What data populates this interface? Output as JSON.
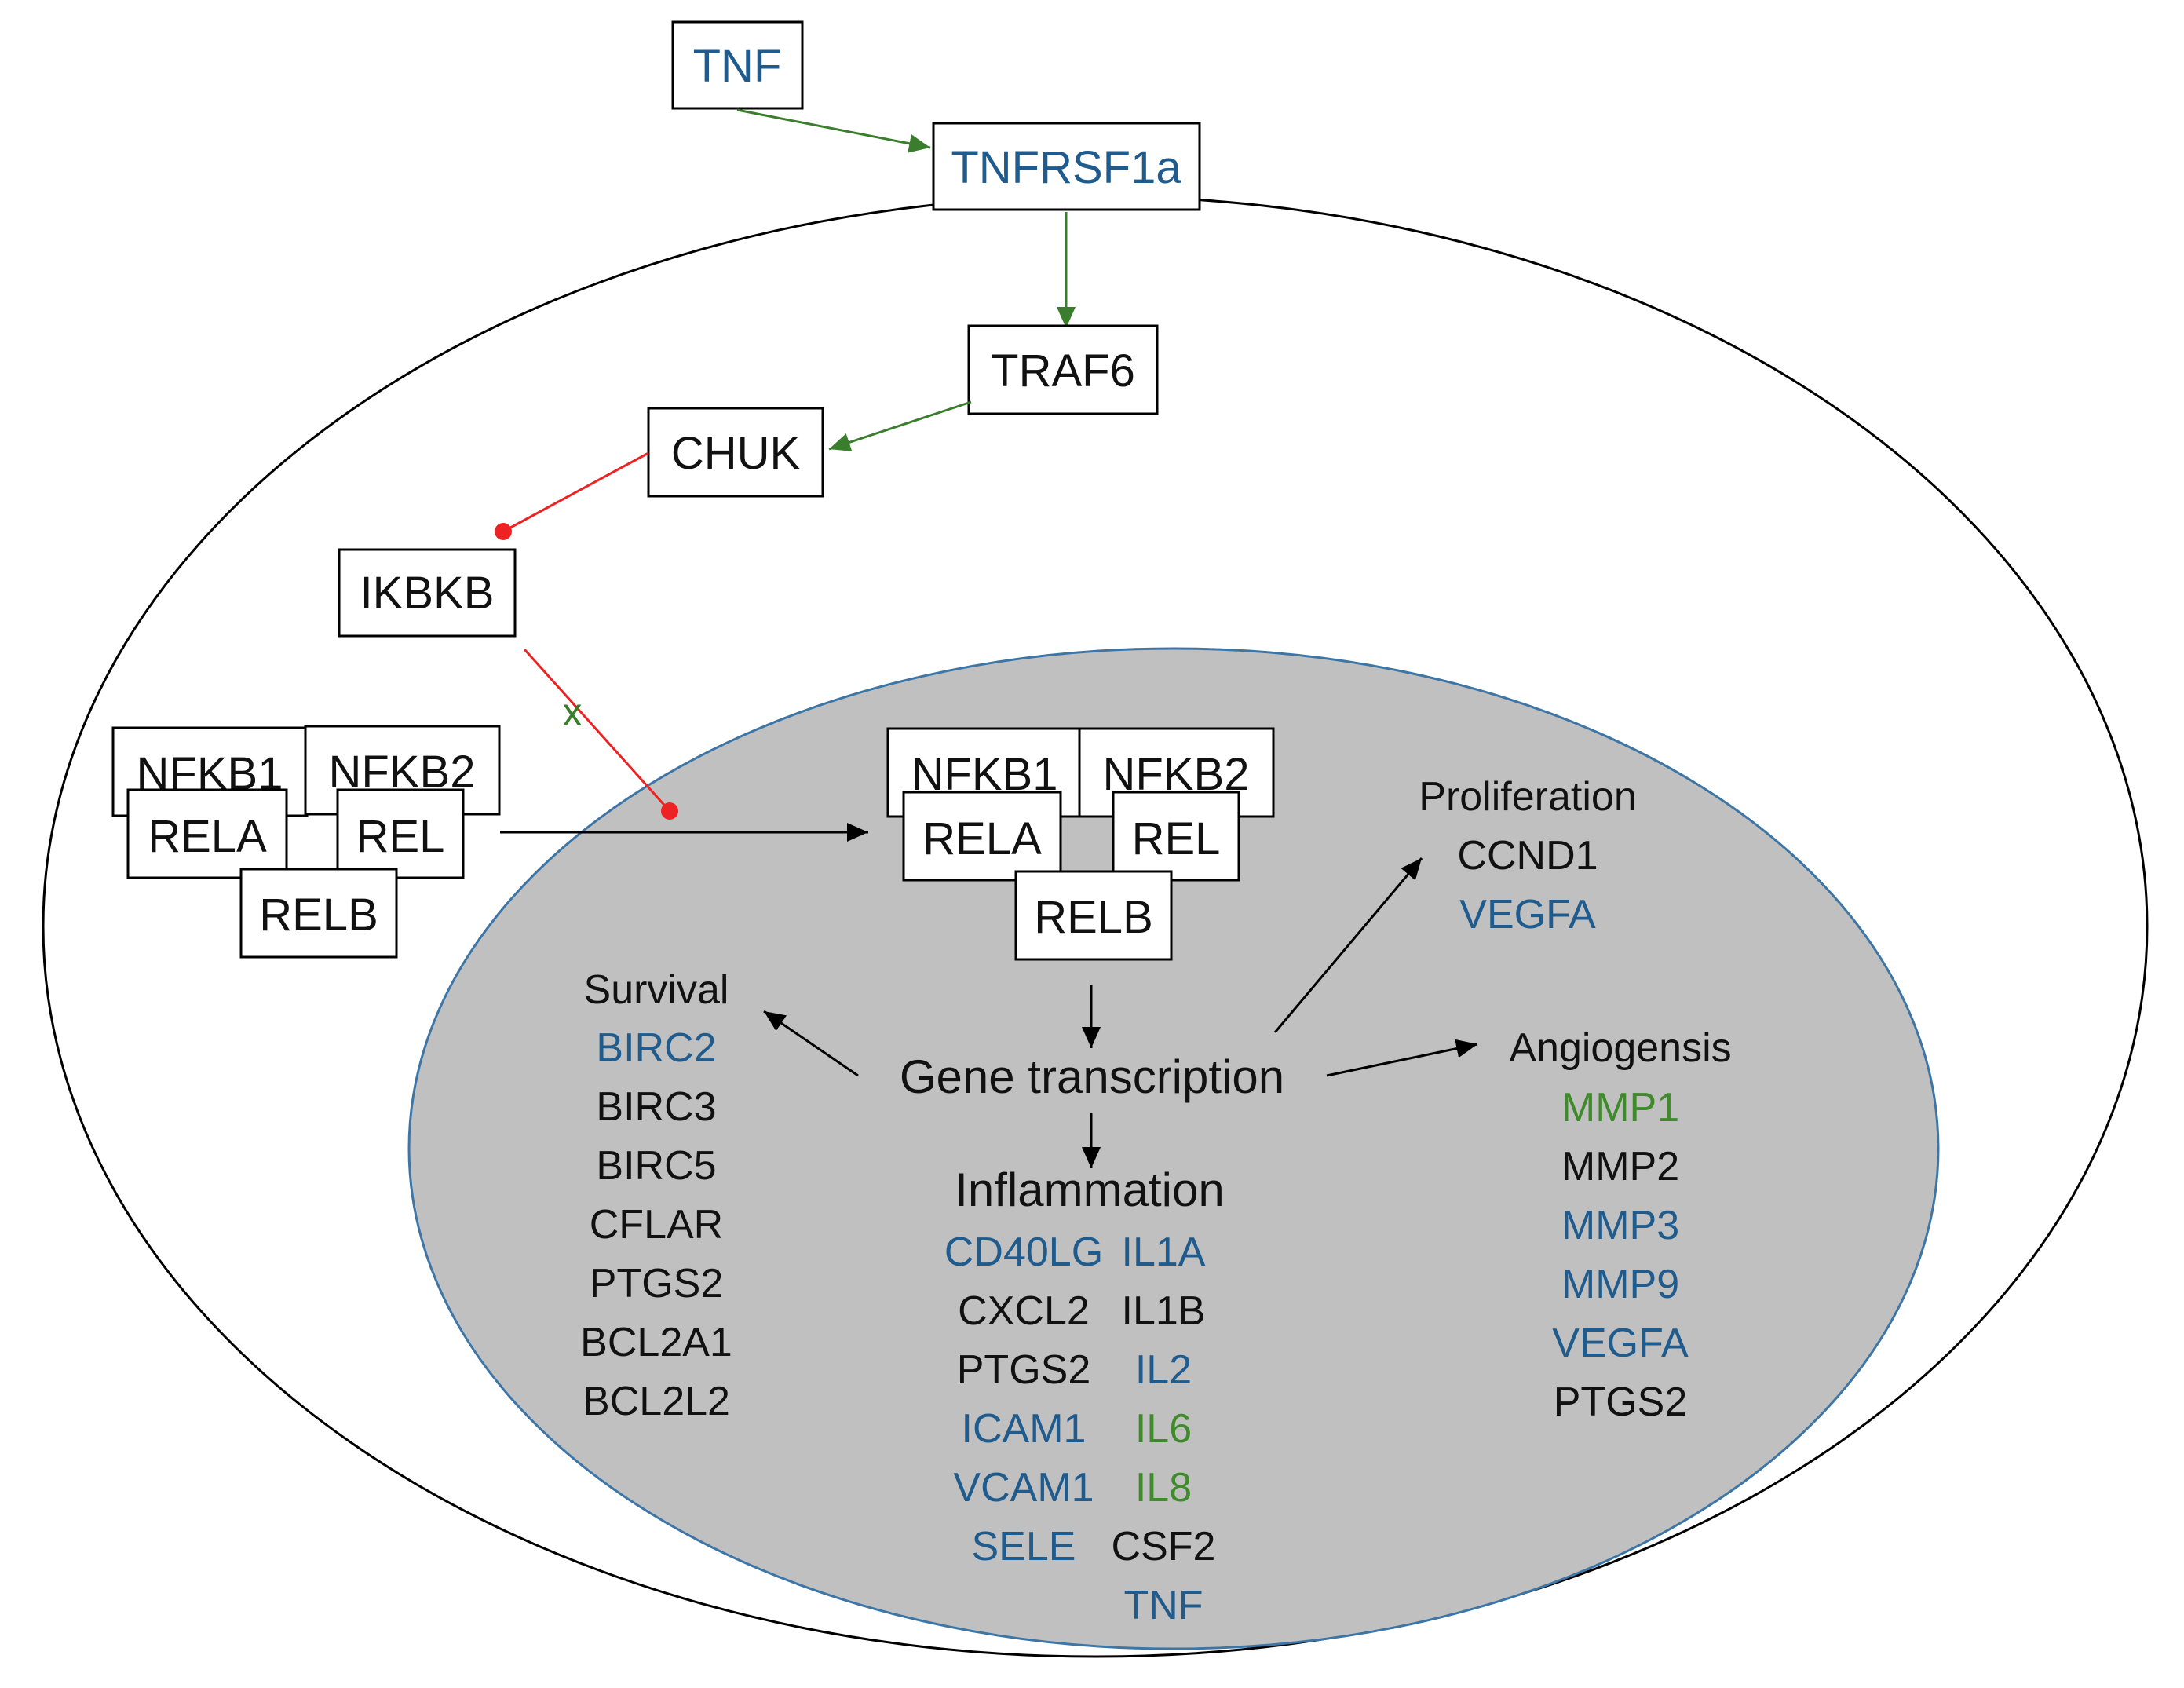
{
  "colors": {
    "blue": "#1f5b8c",
    "black": "#111111",
    "green": "#3f8a2a",
    "red": "#ee2222",
    "arrow_green": "#3a7d2c",
    "nucleus_fill": "#c0c0c0",
    "nucleus_stroke": "#3d76a6"
  },
  "nodes": {
    "tnf": "TNF",
    "tnfrsf1a": "TNFRSF1a",
    "traf6": "TRAF6",
    "chuk": "CHUK",
    "ikbkb": "IKBKB",
    "inhibition_mark": "x"
  },
  "complex_cytoplasm": [
    "NFKB1",
    "NFKB2",
    "RELA",
    "REL",
    "RELB"
  ],
  "complex_nucleus": [
    "NFKB1",
    "NFKB2",
    "RELA",
    "REL",
    "RELB"
  ],
  "center_label": "Gene transcription",
  "survival": {
    "title": "Survival",
    "genes": [
      {
        "name": "BIRC2",
        "color": "blue"
      },
      {
        "name": "BIRC3",
        "color": "black"
      },
      {
        "name": "BIRC5",
        "color": "black"
      },
      {
        "name": "CFLAR",
        "color": "black"
      },
      {
        "name": "PTGS2",
        "color": "black"
      },
      {
        "name": "BCL2A1",
        "color": "black"
      },
      {
        "name": "BCL2L2",
        "color": "black"
      }
    ]
  },
  "proliferation": {
    "title": "Proliferation",
    "genes": [
      {
        "name": "CCND1",
        "color": "black"
      },
      {
        "name": "VEGFA",
        "color": "blue"
      }
    ]
  },
  "angiogenesis": {
    "title": "Angiogensis",
    "genes": [
      {
        "name": "MMP1",
        "color": "green"
      },
      {
        "name": "MMP2",
        "color": "black"
      },
      {
        "name": "MMP3",
        "color": "blue"
      },
      {
        "name": "MMP9",
        "color": "blue"
      },
      {
        "name": "VEGFA",
        "color": "blue"
      },
      {
        "name": "PTGS2",
        "color": "black"
      }
    ]
  },
  "inflammation": {
    "title": "Inflammation",
    "col1": [
      {
        "name": "CD40LG",
        "color": "blue"
      },
      {
        "name": "CXCL2",
        "color": "black"
      },
      {
        "name": "PTGS2",
        "color": "black"
      },
      {
        "name": "ICAM1",
        "color": "blue"
      },
      {
        "name": "VCAM1",
        "color": "blue"
      },
      {
        "name": "SELE",
        "color": "blue"
      }
    ],
    "col2": [
      {
        "name": "IL1A",
        "color": "blue"
      },
      {
        "name": "IL1B",
        "color": "black"
      },
      {
        "name": "IL2",
        "color": "blue"
      },
      {
        "name": "IL6",
        "color": "green"
      },
      {
        "name": "IL8",
        "color": "green"
      },
      {
        "name": "CSF2",
        "color": "black"
      },
      {
        "name": "TNF",
        "color": "blue"
      }
    ]
  }
}
